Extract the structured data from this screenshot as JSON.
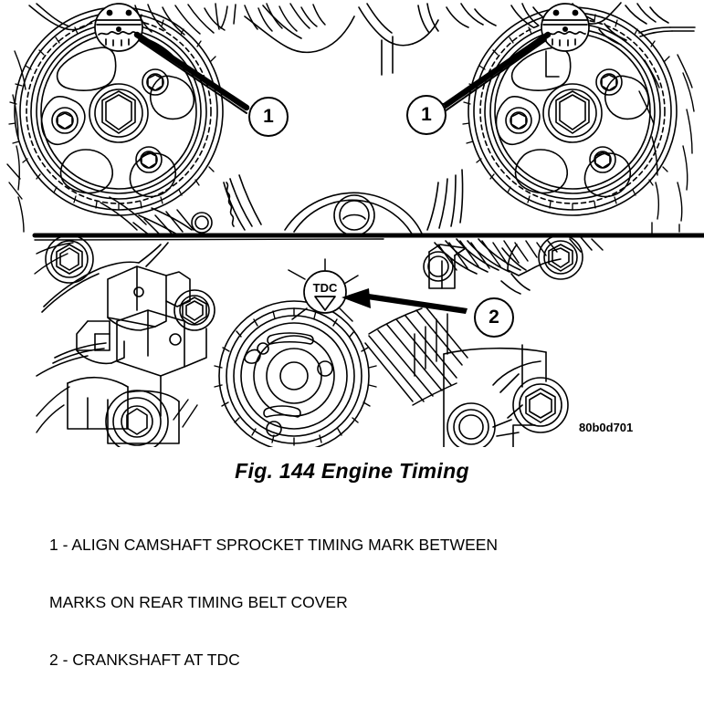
{
  "figure": {
    "title": "Fig. 144 Engine Timing",
    "code": "80b0d701",
    "caption_lines": [
      "1 - ALIGN CAMSHAFT SPROCKET TIMING MARK BETWEEN",
      "MARKS ON REAR TIMING BELT COVER",
      "2 - CRANKSHAFT AT TDC"
    ],
    "callouts": [
      {
        "label": "1",
        "name": "callout-1-left-camshaft-sprocket"
      },
      {
        "label": "1",
        "name": "callout-1-right-camshaft-sprocket"
      },
      {
        "label": "2",
        "name": "callout-2-crankshaft-tdc"
      }
    ],
    "annotations": {
      "tdc_mark": "TDC"
    },
    "colors": {
      "ink": "#000000",
      "background": "#ffffff"
    }
  }
}
